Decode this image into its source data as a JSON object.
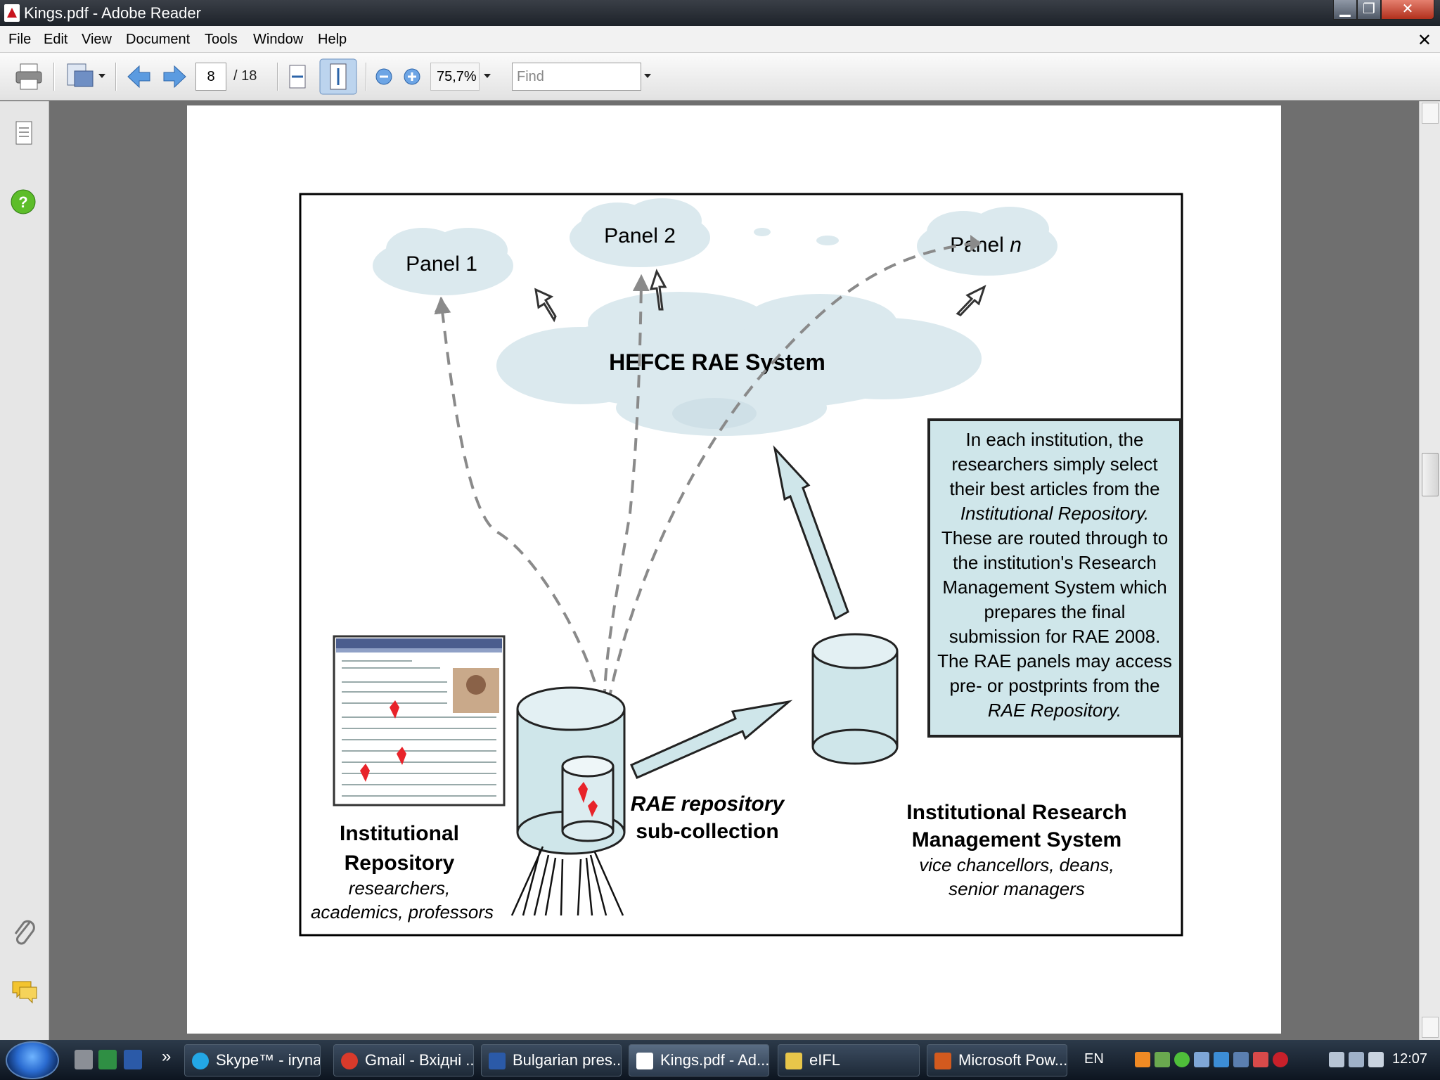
{
  "window": {
    "title": "Kings.pdf - Adobe Reader",
    "close_glyph": "✕",
    "min_glyph": "▁",
    "max_glyph": "❐"
  },
  "menu": {
    "items": [
      "File",
      "Edit",
      "View",
      "Document",
      "Tools",
      "Window",
      "Help"
    ],
    "close_doc": "✕"
  },
  "toolbar": {
    "page_current": "8",
    "page_total": "/ 18",
    "zoom": "75,7%",
    "find_placeholder": "Find"
  },
  "slide": {
    "panel1": "Panel 1",
    "panel2": "Panel 2",
    "panel_n_prefix": "Panel ",
    "panel_n_suffix": "n",
    "hefce": "HEFCE RAE System",
    "info_lines": [
      "In each institution, the",
      "researchers simply select",
      "their best articles from the",
      "Institutional Repository.",
      "These are routed through to",
      "the institution's Research",
      "Management System which",
      "prepares the final",
      "submission for RAE 2008.",
      "The RAE panels may access",
      "pre- or postprints from the",
      "RAE Repository."
    ],
    "ir_title_1": "Institutional",
    "ir_title_2": "Repository",
    "ir_sub_1": "researchers,",
    "ir_sub_2": "academics, professors",
    "rae_sub_1": "RAE repository",
    "rae_sub_2": "sub-collection",
    "irms_1": "Institutional Research",
    "irms_2": "Management System",
    "irms_sub_1": "vice chancellors, deans,",
    "irms_sub_2": "senior managers"
  },
  "taskbar": {
    "tasks": [
      "Skype™ - iryna...",
      "Gmail - Вхідні ...",
      "Bulgarian pres...",
      "Kings.pdf - Ad...",
      "eIFL",
      "Microsoft Pow..."
    ],
    "language": "EN",
    "clock": "12:07",
    "chevron": "»"
  },
  "colors": {
    "cloud": "#d9e9ee",
    "accent_box": "#cfe6ea",
    "heart": "#e8232a"
  }
}
